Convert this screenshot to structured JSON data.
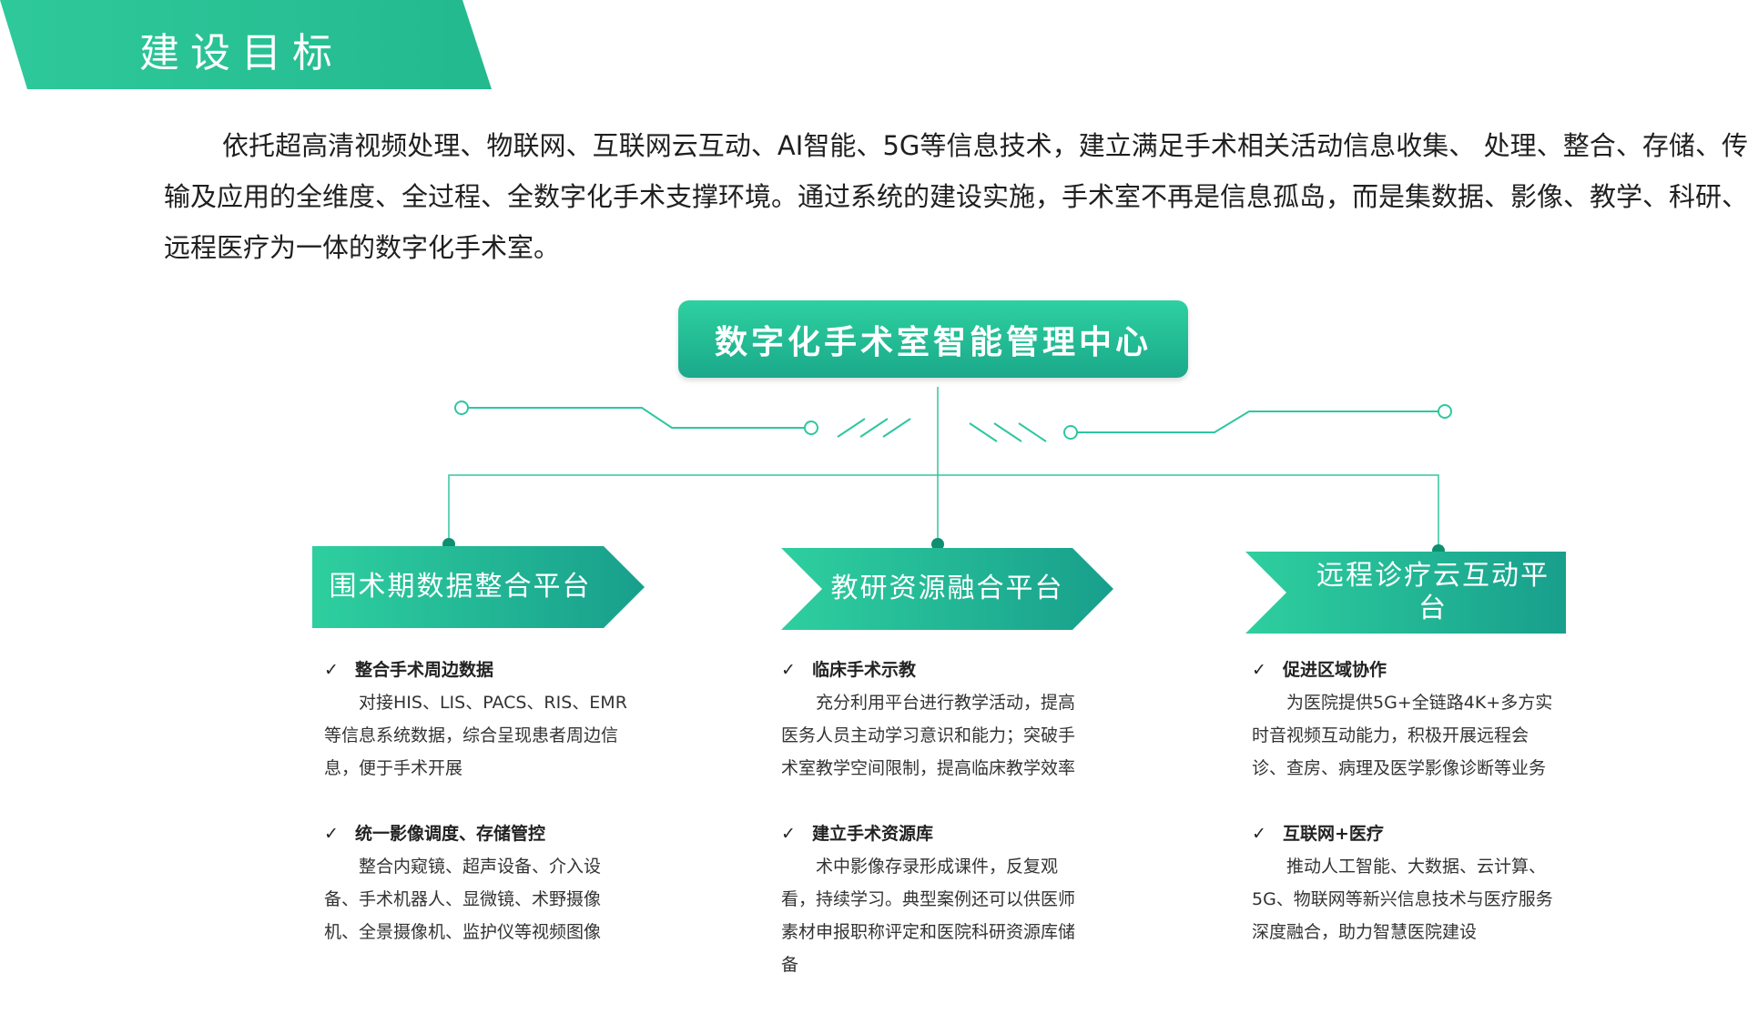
{
  "header": {
    "title": "建设目标"
  },
  "intro": {
    "text": "依托超高清视频处理、物联网、互联网云互动、AI智能、5G等信息技术，建立满足手术相关活动信息收集、 处理、整合、存储、传输及应用的全维度、全过程、全数字化手术支撑环境。通过系统的建设实施，手术室不再是信息孤岛，而是集数据、影像、教学、科研、远程医疗为一体的数字化手术室。"
  },
  "center": {
    "title": "数字化手术室智能管理中心"
  },
  "icons": {
    "check": "✓"
  },
  "colors": {
    "accent": "#22c396",
    "accent_dark": "#189f8c"
  },
  "platforms": [
    {
      "title": "围术期数据整合平台"
    },
    {
      "title": "教研资源融合平台"
    },
    {
      "title": "远程诊疗云互动平台"
    }
  ],
  "columns": [
    {
      "features": [
        {
          "title": "整合手术周边数据",
          "desc": "对接HIS、LIS、PACS、RIS、EMR等信息系统数据，综合呈现患者周边信息，便于手术开展"
        },
        {
          "title": "统一影像调度、存储管控",
          "desc": "整合内窥镜、超声设备、介入设备、手术机器人、显微镜、术野摄像机、全景摄像机、监护仪等视频图像"
        }
      ]
    },
    {
      "features": [
        {
          "title": "临床手术示教",
          "desc": "充分利用平台进行教学活动，提高医务人员主动学习意识和能力；突破手术室教学空间限制，提高临床教学效率"
        },
        {
          "title": "建立手术资源库",
          "desc": "术中影像存录形成课件，反复观看，持续学习。典型案例还可以供医师素材申报职称评定和医院科研资源库储备"
        }
      ]
    },
    {
      "features": [
        {
          "title": "促进区域协作",
          "desc": "为医院提供5G+全链路4K+多方实时音视频互动能力，积极开展远程会诊、查房、病理及医学影像诊断等业务"
        },
        {
          "title": "互联网+医疗",
          "desc": "推动人工智能、大数据、云计算、5G、物联网等新兴信息技术与医疗服务深度融合，助力智慧医院建设"
        }
      ]
    }
  ]
}
